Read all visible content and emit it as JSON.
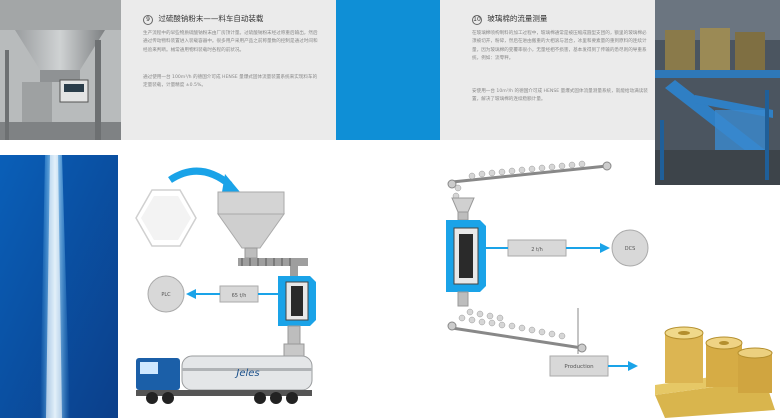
{
  "colors": {
    "accent": "#0f8fd6",
    "panel_bg": "#ebebeb",
    "box_fill": "#d8d8d8",
    "arrow": "#1aa3e8"
  },
  "section1": {
    "number": "9",
    "title": "过硫酸钠粉末——料车自动装载",
    "para1": "生产流程中的早些物质硫酸钠粉末由厂房顶计量。过硫酸钠粉末经过称重后输出，然后通过传动物料装置进入装载容器中。很多用户采用产品之前称量数的控制是通过时间和经验来判断。械常通用物料装载时各程的前状况。",
    "para2": "通过使用一台 100m³/h 的德国介可成 HENSE 量爆式固体流量装置系统来实现料车的定量装载，计量精度 ±0.5%。"
  },
  "section2": {
    "number": "10",
    "title": "玻璃棉的流量测量",
    "para1": "在玻璃棉喷构制料的加工过程中，玻璃棉通常是被压缩成圆型支团的，额里的玻璃棉必须被切开，粉碎，然后在进由搬重的大相滚与混合，冰里和要素量的重到原料的连续计量，因为玻璃棉的变覆率很小，无量经相不损害，基本发得到了传输的悉尽则的导重系统，例如：流零秤。",
    "para2": "安使用一台 10m³/h 的德国介可成 HENSE 量爆式固体流量测量系统，就能给动满读装置，解决了玻璃棉的连续稳额计量。"
  },
  "diagram_left": {
    "flow_value": "65 t/h",
    "plc_label": "PLC",
    "truck_brand": "Jeles"
  },
  "diagram_right": {
    "flow_value": "2 t/h",
    "dcs_label": "DCS",
    "production_label": "Production"
  }
}
